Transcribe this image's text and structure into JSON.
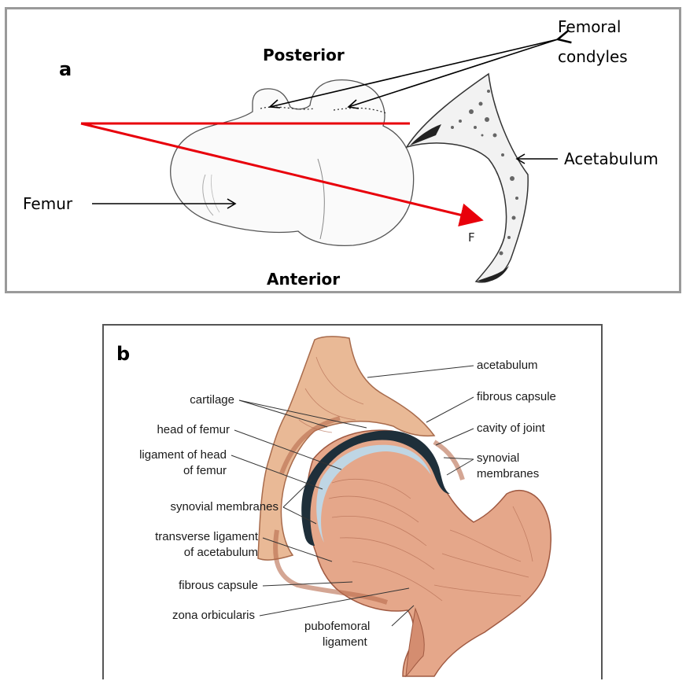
{
  "panel_a": {
    "letter": "a",
    "posterior": "Posterior",
    "anterior": "Anterior",
    "femoral_condyles_line1": "Femoral",
    "femoral_condyles_line2": "condyles",
    "acetabulum": "Acetabulum",
    "femur": "Femur",
    "force": "F",
    "force_color": "#e8000b"
  },
  "panel_b": {
    "letter": "b",
    "right_labels": {
      "acetabulum": "acetabulum",
      "fibrous_capsule": "fibrous capsule",
      "cavity_of_joint": "cavity of joint",
      "synovial_line1": "synovial",
      "synovial_line2": "membranes"
    },
    "left_labels": {
      "cartilage": "cartilage",
      "head_of_femur": "head of femur",
      "ligament_line1": "ligament of head",
      "ligament_line2": "of femur",
      "synovial_membranes": "synovial membranes",
      "transverse_line1": "transverse ligament",
      "transverse_line2": "of acetabulum",
      "fibrous_capsule": "fibrous capsule",
      "zona_orbicularis": "zona orbicularis"
    },
    "bottom_labels": {
      "pubofemoral_line1": "pubofemoral",
      "pubofemoral_line2": "ligament"
    },
    "bone_color": "#e8b08c",
    "cartilage_color": "#1e2f3a"
  }
}
